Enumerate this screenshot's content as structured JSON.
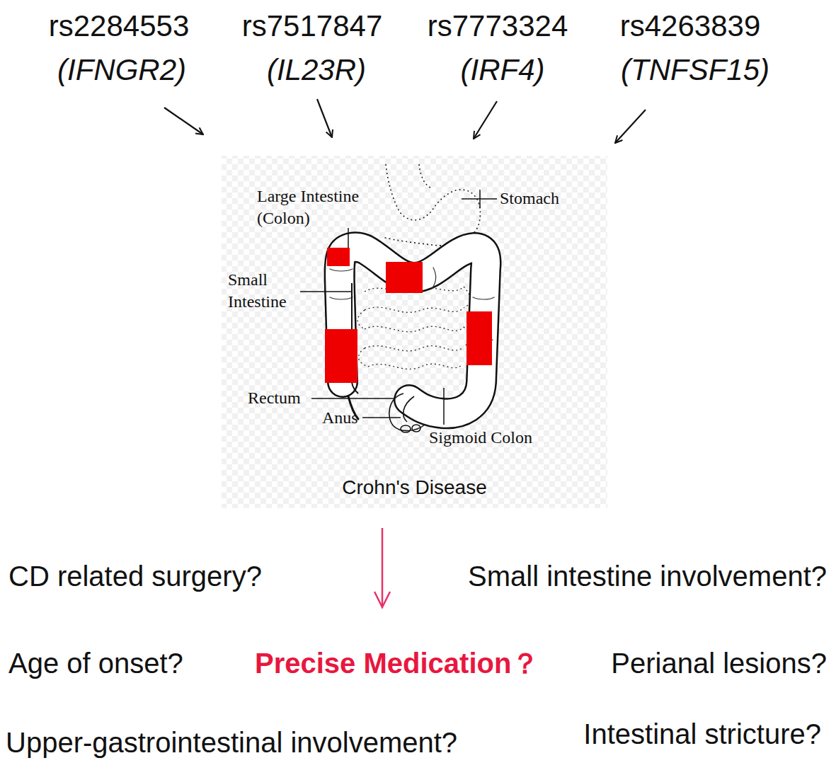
{
  "diagram": {
    "nodes": [
      {
        "text": [
          "Crohn's Disease"
        ]
      }
    ],
    "labels": [
      "rs2284553",
      "(IFNGR2)",
      "rs7517847",
      "(IL23R)",
      "rs7773324",
      "(IRF4)",
      "rs4263839",
      "(TNFSF15)",
      "Large Intestine (Colon)",
      "Stomach",
      "Small Intestine",
      "Rectum",
      "Anus",
      "Sigmoid Colon",
      "CD related surgery?",
      "Small intestine involvement?",
      "Age of onset?",
      "Precise Medication？",
      "Perianal lesions?",
      "Upper-gastrointestinal involvement?",
      "Intestinal stricture?"
    ]
  }
}
